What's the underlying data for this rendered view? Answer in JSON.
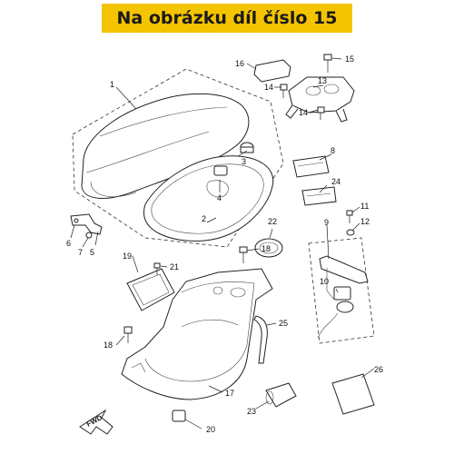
{
  "banner": {
    "text": "Na obrázku díl číslo 15"
  },
  "callouts": {
    "c1": "1",
    "c2": "2",
    "c3": "3",
    "c4": "4",
    "c5": "5",
    "c6": "6",
    "c7": "7",
    "c8": "8",
    "c9": "9",
    "c10": "10",
    "c11": "11",
    "c12": "12",
    "c13": "13",
    "c14a": "14",
    "c14b": "14",
    "c15": "15",
    "c16": "16",
    "c17": "17",
    "c18a": "18",
    "c18b": "18",
    "c19": "19",
    "c20": "20",
    "c21": "21",
    "c22": "22",
    "c23": "23",
    "c24": "24",
    "c25": "25",
    "c26": "26"
  },
  "fwd_label": "FWD",
  "colors": {
    "banner": "#f5c400",
    "line": "#222222"
  }
}
